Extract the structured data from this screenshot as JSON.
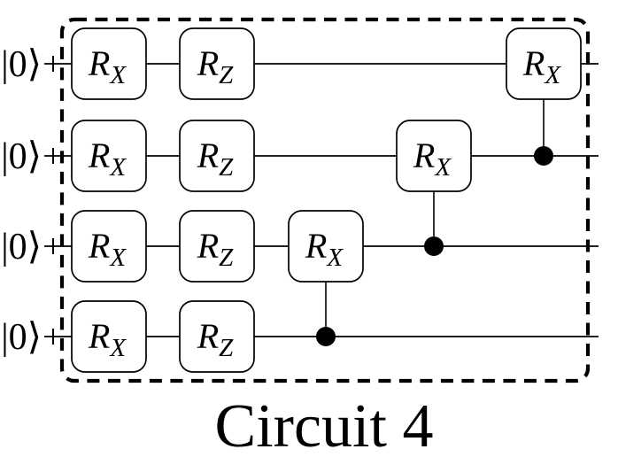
{
  "figure": {
    "caption": "Circuit 4",
    "background": "#ffffff",
    "line_color": "#000000"
  },
  "circuit": {
    "num_qubits": 4,
    "qubit_labels": [
      "|0⟩",
      "|0⟩",
      "|0⟩",
      "|0⟩"
    ],
    "num_columns": 5,
    "gates": [
      {
        "qubit": 0,
        "column": 0,
        "name": "R",
        "subscript": "X"
      },
      {
        "qubit": 1,
        "column": 0,
        "name": "R",
        "subscript": "X"
      },
      {
        "qubit": 2,
        "column": 0,
        "name": "R",
        "subscript": "X"
      },
      {
        "qubit": 3,
        "column": 0,
        "name": "R",
        "subscript": "X"
      },
      {
        "qubit": 0,
        "column": 1,
        "name": "R",
        "subscript": "Z"
      },
      {
        "qubit": 1,
        "column": 1,
        "name": "R",
        "subscript": "Z"
      },
      {
        "qubit": 2,
        "column": 1,
        "name": "R",
        "subscript": "Z"
      },
      {
        "qubit": 3,
        "column": 1,
        "name": "R",
        "subscript": "Z"
      },
      {
        "qubit": 2,
        "column": 2,
        "name": "R",
        "subscript": "X",
        "control_qubit": 3
      },
      {
        "qubit": 1,
        "column": 3,
        "name": "R",
        "subscript": "X",
        "control_qubit": 2
      },
      {
        "qubit": 0,
        "column": 4,
        "name": "R",
        "subscript": "X",
        "control_qubit": 1
      }
    ]
  }
}
